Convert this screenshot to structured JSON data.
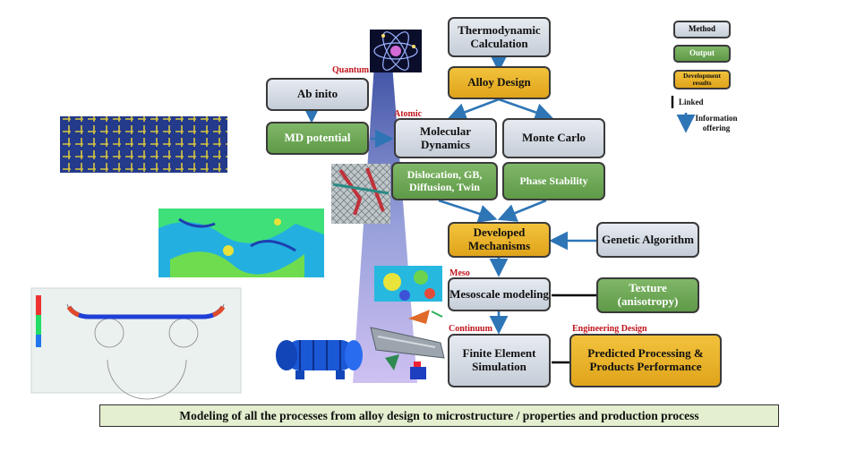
{
  "diagram": {
    "boxes": {
      "thermo": "Thermodynamic Calculation",
      "alloy_design": "Alloy Design",
      "ab_inito": "Ab inito",
      "md_potential": "MD potential",
      "molecular_dynamics": "Molecular Dynamics",
      "monte_carlo": "Monte Carlo",
      "dislocation": "Dislocation, GB, Diffusion, Twin",
      "phase_stability": "Phase Stability",
      "developed_mechanisms": "Developed Mechanisms",
      "genetic_algorithm": "Genetic Algorithm",
      "mesoscale": "Mesoscale modeling",
      "texture": "Texture (anisotropy)",
      "fe_simulation": "Finite Element Simulation",
      "predicted": "Predicted Processing & Products Performance"
    },
    "scale_labels": {
      "quantum": "Quantum",
      "atomic": "Atomic",
      "meso": "Meso",
      "continuum": "Continuum",
      "engineering_design": "Engineering Design"
    },
    "legend": {
      "method": "Method",
      "output": "Output",
      "development": "Development results",
      "linked": "Linked",
      "information": "Information offering"
    },
    "caption": "Modeling of all the processes from alloy design to microstructure / properties and production process"
  },
  "colors": {
    "method": "#d3d9e2",
    "output": "#6aa651",
    "development": "#e8b22c",
    "arrow": "#2e75b6",
    "scale_label": "#c0141c",
    "caption_bg": "#e3efcf"
  }
}
